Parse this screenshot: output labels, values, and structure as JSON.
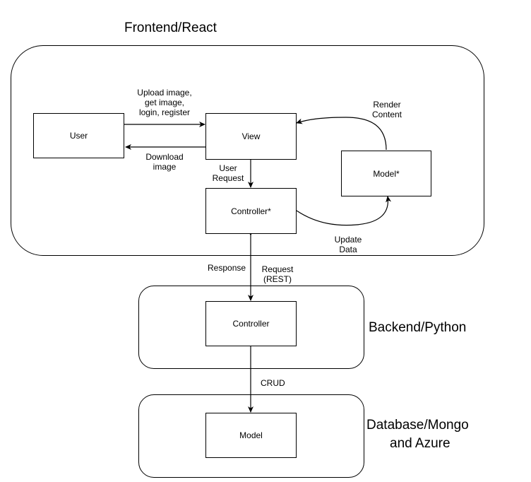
{
  "groups": {
    "frontend_title": "Frontend/React",
    "backend_title": "Backend/Python",
    "database_title": [
      "Database/Mongo",
      "and Azure"
    ]
  },
  "boxes": {
    "user": "User",
    "view": "View",
    "model_frontend": "Model*",
    "controller_frontend": "Controller*",
    "controller_backend": "Controller",
    "model_db": "Model"
  },
  "edges": {
    "user_to_view": [
      "Upload image,",
      "get image,",
      "login, register"
    ],
    "view_to_user": [
      "Download",
      "image"
    ],
    "view_to_controller": [
      "User",
      "Request"
    ],
    "model_to_view": [
      "Render",
      "Content"
    ],
    "controller_to_model": [
      "Update",
      "Data"
    ],
    "response": "Response",
    "request": [
      "Request",
      "(REST)"
    ],
    "crud": "CRUD"
  }
}
